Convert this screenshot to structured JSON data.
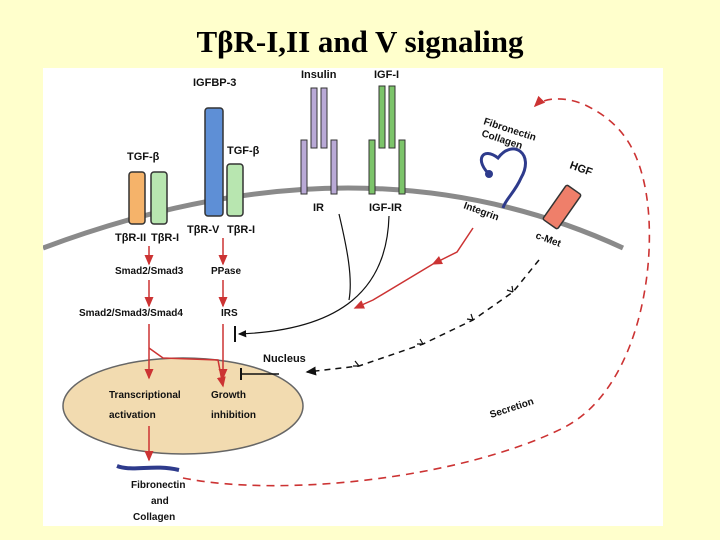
{
  "title": "TβR-I,II and V signaling",
  "labels": {
    "igfbp3": "IGFBP-3",
    "insulin": "Insulin",
    "igf1": "IGF-I",
    "tgfb_left": "TGF-β",
    "tgfb_right": "TGF-β",
    "ir": "IR",
    "igf_ir": "IGF-IR",
    "tbr2": "TβR-II",
    "tbr1_left": "TβR-I",
    "tbr5": "TβR-V",
    "tbr1_right": "TβR-I",
    "smad23": "Smad2/Smad3",
    "ppase": "PPase",
    "smad234": "Smad2/Smad3/Smad4",
    "irs": "IRS",
    "nucleus": "Nucleus",
    "transcriptional": "Transcriptional",
    "activation": "activation",
    "growth": "Growth",
    "inhibition": "inhibition",
    "fibronectin_out_1": "Fibronectin",
    "fibronectin_out_2": "and",
    "fibronectin_out_3": "Collagen",
    "fibronectin_ecm": "Fibronectin",
    "collagen_ecm": "Collagen",
    "integrin": "Integrin",
    "hgf": "HGF",
    "cmet": "c-Met",
    "secretion": "Secretion"
  },
  "colors": {
    "background": "#ffffcc",
    "membrane": "#8a8a8a",
    "tbr2": "#f5b36a",
    "tbr1": "#b8e6b0",
    "tbr5": "#5e8fd6",
    "insulin": "#b9a9d6",
    "igf": "#7cc46a",
    "cmet": "#ef7f6a",
    "nucleus": "#f2dbb0",
    "red_arrow": "#cc3333",
    "black_arrow": "#111111",
    "integrin": "#2e3b8c",
    "fiber": "#2e3b8c"
  },
  "icons": [
    "integrin-loop-icon",
    "fibronectin-fiber-icon"
  ]
}
